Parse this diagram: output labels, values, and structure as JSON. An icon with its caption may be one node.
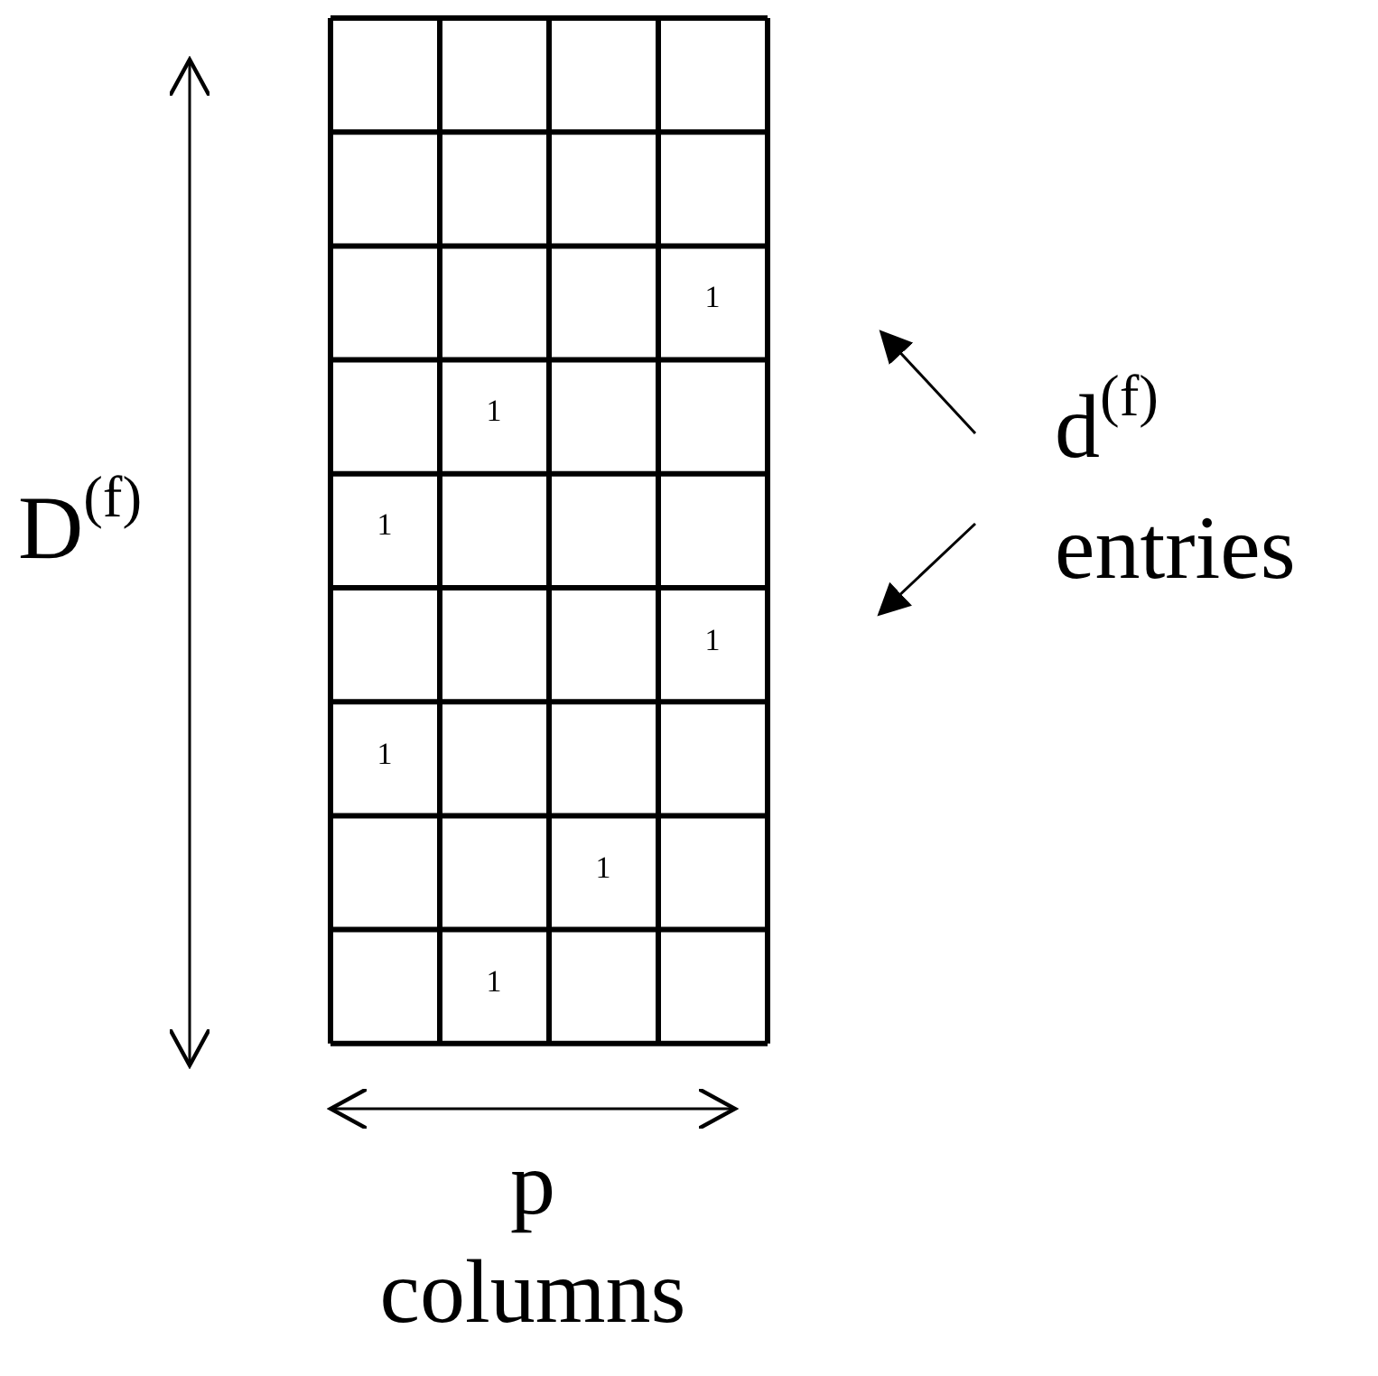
{
  "diagram": {
    "labels": [
      "1",
      "1",
      "1",
      "1",
      "1",
      "1",
      "1",
      "D$^{(f)}$",
      "d$^{(f)}$ entries",
      "p columns"
    ]
  }
}
